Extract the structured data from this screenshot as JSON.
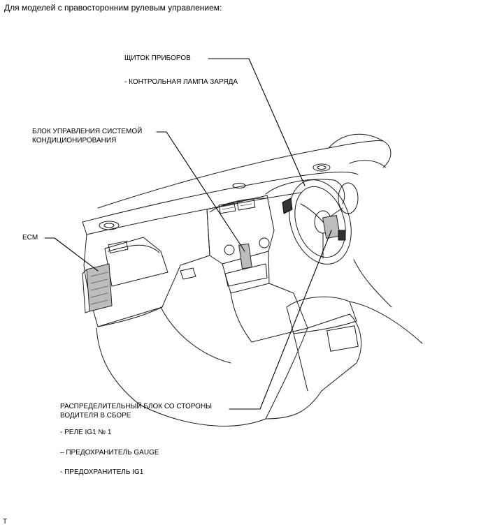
{
  "header": "Для моделей с правосторонним рулевым управлением:",
  "labels": {
    "combination_meter": "ЩИТОК ПРИБОРОВ",
    "charge_warning_light": "- КОНТРОЛЬНАЯ ЛАМПА ЗАРЯДА",
    "ac_control_line1": "БЛОК УПРАВЛЕНИЯ СИСТЕМОЙ",
    "ac_control_line2": "КОНДИЦИОНИРОВАНИЯ",
    "ecm": "ECM",
    "junction_block_line1": "РАСПРЕДЕЛИТЕЛЬНЫЙ БЛОК СО СТОРОНЫ",
    "junction_block_line2": "ВОДИТЕЛЯ В СБОРЕ",
    "ig1_relay": "- РЕЛЕ IG1 № 1",
    "gauge_fuse": "– ПРЕДОХРАНИТЕЛЬ GAUGE",
    "ig1_fuse": "- ПРЕДОХРАНИТЕЛЬ IG1"
  },
  "footer_mark": "T"
}
